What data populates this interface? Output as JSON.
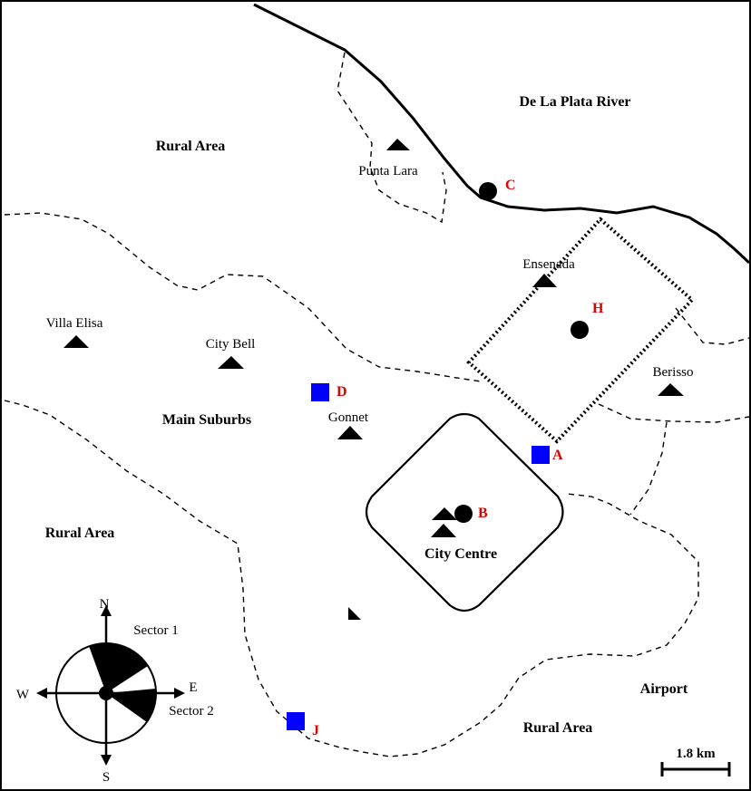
{
  "colors": {
    "site_marker_blue": "#0000ff",
    "site_label_red": "#e00000",
    "ink": "#000000",
    "background": "#ffffff"
  },
  "areas": {
    "river": "De La Plata River",
    "rural_north": "Rural Area",
    "rural_west": "Rural Area",
    "rural_south": "Rural Area",
    "main_suburbs": "Main Suburbs",
    "city_centre": "City Centre",
    "airport": "Airport"
  },
  "places": {
    "punta_lara": "Punta Lara",
    "ensenada": "Ensenada",
    "villa_elisa": "Villa Elisa",
    "city_bell": "City Bell",
    "gonnet": "Gonnet",
    "berisso": "Berisso"
  },
  "sites": {
    "A": "A",
    "B": "B",
    "C": "C",
    "D": "D",
    "H": "H",
    "J": "J"
  },
  "compass": {
    "north": "N",
    "south": "S",
    "east": "E",
    "west": "W",
    "sector_1": "Sector 1",
    "sector_2": "Sector 2"
  },
  "scale_bar": {
    "label": "1.8 km"
  },
  "icons": {
    "town_marker": "triangle-icon",
    "circle_site": "circle-icon",
    "square_site": "square-icon"
  }
}
